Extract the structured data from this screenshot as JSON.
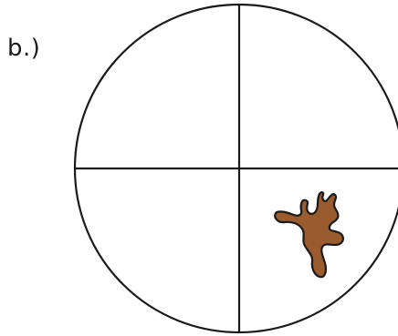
{
  "label": "b.)",
  "colors": {
    "outline": "#1a1a1a",
    "blob_fill": "#9a5b2e",
    "blob_stroke": "#1a1a1a",
    "background": "#ffffff"
  },
  "diagram": {
    "shape": "circle-divided-into-quarters",
    "quadrants": [
      "top-left",
      "top-right",
      "bottom-left",
      "bottom-right"
    ],
    "blob_quadrant": "bottom-right",
    "blob_icon": "brown-splat-icon"
  }
}
